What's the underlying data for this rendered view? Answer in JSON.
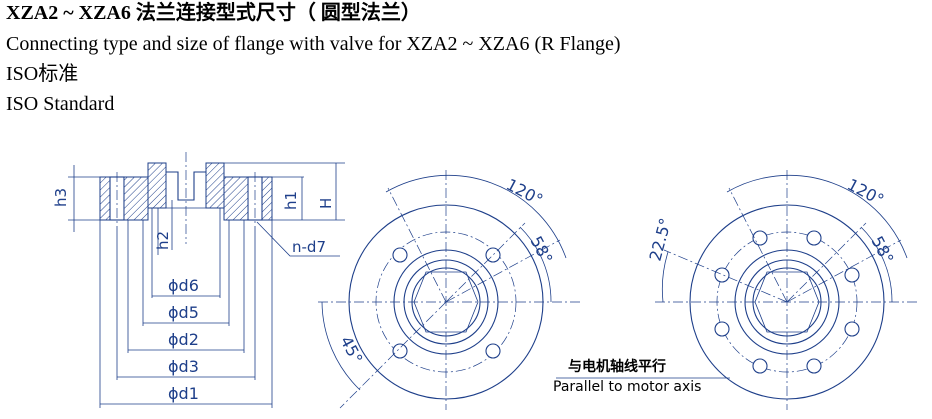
{
  "header": {
    "title_cn": "XZA2 ~ XZA6 法兰连接型式尺寸（ 圆型法兰）",
    "title_en": "Connecting type and size of flange with valve for XZA2 ~ XZA6 (R Flange)",
    "standard_cn": "ISO标准",
    "standard_en": "ISO Standard"
  },
  "side_view": {
    "labels": {
      "h3": "h3",
      "h2": "h2",
      "h1": "h1",
      "H": "H",
      "n_d7": "n-d7",
      "d6": "ϕd6",
      "d5": "ϕd5",
      "d2": "ϕd2",
      "d3": "ϕd3",
      "d1": "ϕd1"
    }
  },
  "front_view_4_holes": {
    "angle_top": "120°",
    "angle_right": "58°",
    "angle_bottom_left": "45°",
    "hole_count": 4
  },
  "front_view_8_holes": {
    "angle_top": "120°",
    "angle_right": "58°",
    "angle_left": "22.5°",
    "hole_count": 8
  },
  "note": {
    "cn": "与电机轴线平行",
    "en": "Parallel to motor axis"
  },
  "colors": {
    "line": "#1e3f8a",
    "text": "#000000",
    "background": "#ffffff"
  }
}
